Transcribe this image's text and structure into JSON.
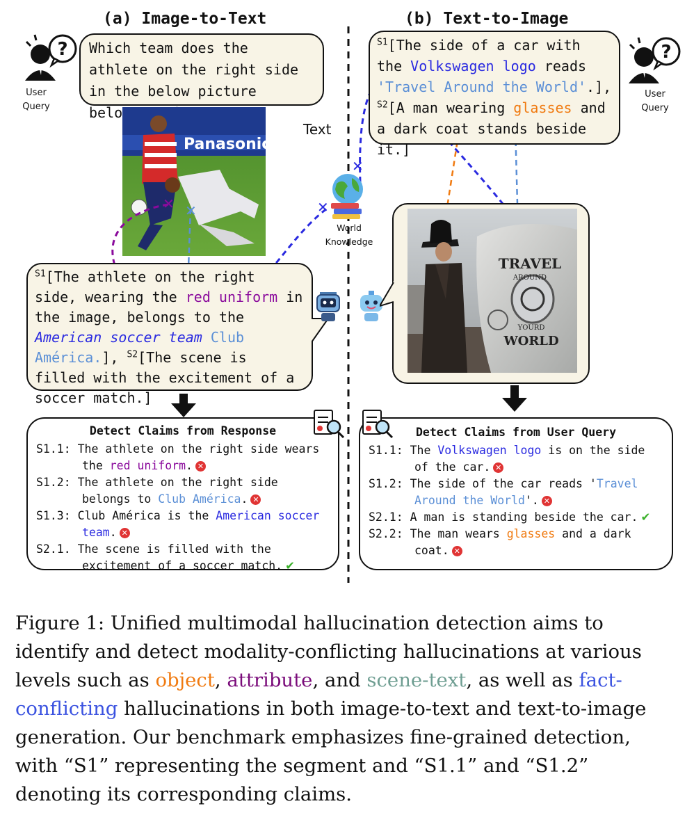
{
  "panels": {
    "left_title": "(a) Image-to-Text",
    "right_title": "(b) Text-to-Image"
  },
  "labels": {
    "user_query_left": "User Query",
    "user_query_right": "User Query",
    "text": "Text",
    "world_knowledge": "World Knowledge"
  },
  "left_query": "Which team does the athlete on the right side in the below picture belong to ?",
  "left_response": {
    "s1_sup": "S1",
    "p1": "[The athlete on the right side, wearing the ",
    "red_uniform": "red uniform",
    "p2": " in the image, belongs to the ",
    "american": "American soccer team",
    "p3": " ",
    "club": "Club América.",
    "p4": "], ",
    "s2_sup": "S2",
    "p5": "[The scene is filled with the excitement of a soccer match.]"
  },
  "right_query": {
    "s1_sup": "S1",
    "p1": "[The side of a car with the ",
    "vw_logo": "Volkswagen logo",
    "p2": " reads ",
    "travel": "'Travel Around the World'",
    "p3": ".], ",
    "s2_sup": "S2",
    "p4": "[A man wearing ",
    "glasses": "glasses",
    "p5": " and a dark coat stands beside it.]"
  },
  "left_claims": {
    "title": "Detect Claims from Response",
    "c1_id": "S1.1:",
    "c1_a": " The athlete on the right side wears the ",
    "c1_b": "red uniform",
    "c1_c": ".",
    "c2_id": "S1.2:",
    "c2_a": " The athlete on the right side belongs to ",
    "c2_b": "Club América",
    "c2_c": ".",
    "c3_id": "S1.3:",
    "c3_a": " Club América is the ",
    "c3_b": "American soccer team",
    "c3_c": ".",
    "c4_id": "S2.1.",
    "c4_a": " The scene is filled with the excitement of a soccer match."
  },
  "right_claims": {
    "title": "Detect Claims from User Query",
    "c1_id": "S1.1:",
    "c1_a": " The ",
    "c1_b": "Volkswagen logo",
    "c1_c": " is on the side of the car.",
    "c2_id": "S1.2:",
    "c2_a": " The side of the car reads '",
    "c2_b": "Travel Around the World",
    "c2_c": "'.",
    "c3_id": "S2.1:",
    "c3_a": " A man is standing beside the car.",
    "c4_id": "S2.2:",
    "c4_a": " The man wears ",
    "c4_b": "glasses",
    "c4_c": " and a dark coat."
  },
  "caption": {
    "a": "Figure 1: Unified multimodal hallucination detection aims to identify and detect modality-conflicting hallucinations at various levels such as ",
    "object": "object",
    "b": ", ",
    "attribute": "attribute",
    "c": ", and ",
    "scene_text": "scene-text",
    "d": ", as well as ",
    "fact": "fact-conflicting",
    "e": " hallucinations in both image-to-text and text-to-image generation. Our benchmark emphasizes fine-grained detection, with “S1” representing the segment and “S1.1” and “S1.2” denoting its corresponding claims."
  },
  "image_text": {
    "travel": "TRAVEL",
    "around": "AROUND",
    "your": "YOURD",
    "world": "WORLD",
    "jersey": "Panasonic"
  }
}
